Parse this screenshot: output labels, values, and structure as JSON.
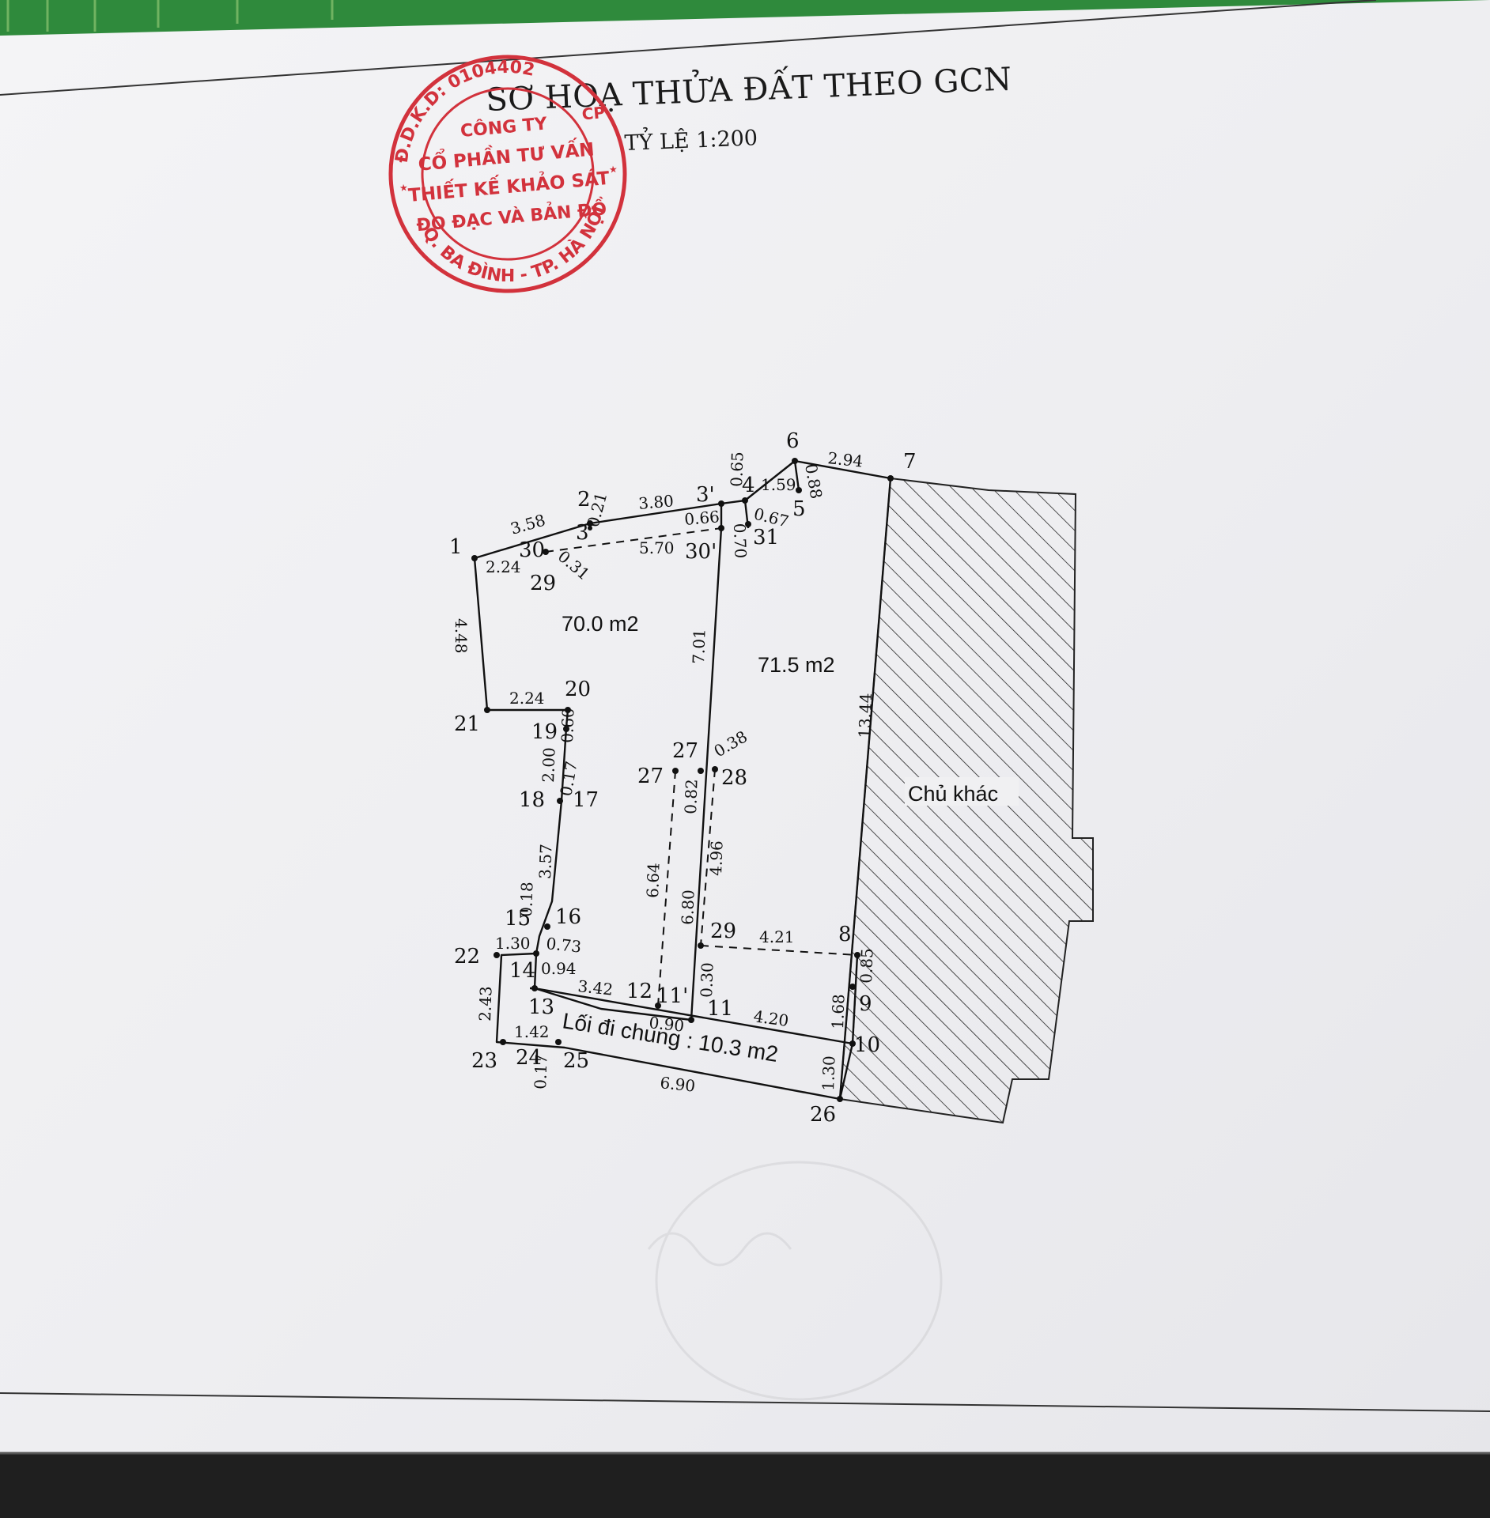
{
  "document": {
    "title": "SƠ HOẠ THỬA ĐẤT THEO GCN",
    "scale": "TỶ LỆ 1:200"
  },
  "stamp": {
    "center_lines": [
      "CÔNG TY",
      "CỔ PHẦN TƯ VẤN",
      "THIẾT KẾ KHẢO SÁT",
      "ĐO ĐẠC VÀ BẢN ĐỒ"
    ],
    "ring_top": "Đ.D.K.D: 0104402",
    "ring_bottom": "Q. BA ĐÌNH - TP. HÀ NỘI",
    "ring_code": "CP",
    "color": "#d2323c"
  },
  "plot": {
    "area_left": "70.0 m2",
    "area_right": "71.5 m2",
    "common_lane": "Lối đi chung : 10.3 m2",
    "neighbor": "Chủ khác",
    "point_labels": [
      {
        "id": "1",
        "text": "1"
      },
      {
        "id": "2",
        "text": "2"
      },
      {
        "id": "3",
        "text": "3"
      },
      {
        "id": "3p",
        "text": "3'"
      },
      {
        "id": "4",
        "text": "4"
      },
      {
        "id": "5",
        "text": "5"
      },
      {
        "id": "6",
        "text": "6"
      },
      {
        "id": "7",
        "text": "7"
      },
      {
        "id": "8",
        "text": "8"
      },
      {
        "id": "9",
        "text": "9"
      },
      {
        "id": "10",
        "text": "10"
      },
      {
        "id": "11a",
        "text": "11'"
      },
      {
        "id": "11b",
        "text": "11"
      },
      {
        "id": "12",
        "text": "12"
      },
      {
        "id": "13",
        "text": "13"
      },
      {
        "id": "14",
        "text": "14"
      },
      {
        "id": "15",
        "text": "15"
      },
      {
        "id": "16",
        "text": "16"
      },
      {
        "id": "17",
        "text": "17"
      },
      {
        "id": "18",
        "text": "18"
      },
      {
        "id": "19",
        "text": "19"
      },
      {
        "id": "20",
        "text": "20"
      },
      {
        "id": "21",
        "text": "21"
      },
      {
        "id": "22",
        "text": "22"
      },
      {
        "id": "23",
        "text": "23"
      },
      {
        "id": "24",
        "text": "24"
      },
      {
        "id": "25",
        "text": "25"
      },
      {
        "id": "26",
        "text": "26"
      },
      {
        "id": "27a",
        "text": "27"
      },
      {
        "id": "27b",
        "text": "27"
      },
      {
        "id": "28",
        "text": "28"
      },
      {
        "id": "29a",
        "text": "29"
      },
      {
        "id": "29b",
        "text": "29"
      },
      {
        "id": "30a",
        "text": "30"
      },
      {
        "id": "30b",
        "text": "30'"
      },
      {
        "id": "31",
        "text": "31"
      }
    ],
    "dimensions": [
      {
        "id": "d1",
        "text": "3.58"
      },
      {
        "id": "d2",
        "text": "0.21"
      },
      {
        "id": "d3",
        "text": "3.80"
      },
      {
        "id": "d4",
        "text": "0.65"
      },
      {
        "id": "d5",
        "text": "1.59"
      },
      {
        "id": "d6",
        "text": "0.88"
      },
      {
        "id": "d7",
        "text": "2.94"
      },
      {
        "id": "d8",
        "text": "0.67"
      },
      {
        "id": "d9",
        "text": "0.66"
      },
      {
        "id": "d10",
        "text": "0.70"
      },
      {
        "id": "d11",
        "text": "5.70"
      },
      {
        "id": "d12",
        "text": "2.24"
      },
      {
        "id": "d13",
        "text": "0.31"
      },
      {
        "id": "d14",
        "text": "4.48"
      },
      {
        "id": "d15",
        "text": "7.01"
      },
      {
        "id": "d16",
        "text": "13.44"
      },
      {
        "id": "d17",
        "text": "2.24"
      },
      {
        "id": "d18",
        "text": "0.60"
      },
      {
        "id": "d19",
        "text": "2.00"
      },
      {
        "id": "d20",
        "text": "0.17"
      },
      {
        "id": "d21",
        "text": "0.38"
      },
      {
        "id": "d22",
        "text": "0.82"
      },
      {
        "id": "d23",
        "text": "4.96"
      },
      {
        "id": "d24",
        "text": "3.57"
      },
      {
        "id": "d25",
        "text": "0.18"
      },
      {
        "id": "d26",
        "text": "6.64"
      },
      {
        "id": "d27",
        "text": "6.80"
      },
      {
        "id": "d28",
        "text": "4.21"
      },
      {
        "id": "d29",
        "text": "1.30"
      },
      {
        "id": "d30",
        "text": "0.73"
      },
      {
        "id": "d31",
        "text": "0.94"
      },
      {
        "id": "d32",
        "text": "0.85"
      },
      {
        "id": "d33",
        "text": "3.42"
      },
      {
        "id": "d34",
        "text": "0.30"
      },
      {
        "id": "d35",
        "text": "2.43"
      },
      {
        "id": "d36",
        "text": "1.68"
      },
      {
        "id": "d37",
        "text": "0.90"
      },
      {
        "id": "d38",
        "text": "4.20"
      },
      {
        "id": "d39",
        "text": "1.42"
      },
      {
        "id": "d40",
        "text": "0.17"
      },
      {
        "id": "d41",
        "text": "1.30"
      },
      {
        "id": "d42",
        "text": "6.90"
      }
    ]
  }
}
